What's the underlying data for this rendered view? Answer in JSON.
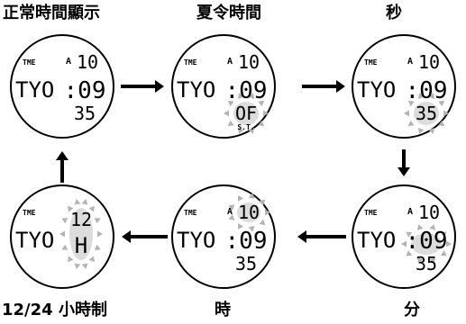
{
  "captions": {
    "normal_time_display": "正常時間顯示",
    "dst": "夏令時間",
    "seconds": "秒",
    "format_12_24": "12/24 小時制",
    "hour": "時",
    "minute": "分"
  },
  "watch_faces": [
    {
      "mode": "TME",
      "alarm_flag": "A",
      "city": "TYO",
      "top_digits": "10",
      "mid_digits": ":09",
      "bottom_digits": "35",
      "bottom_sub": "",
      "highlight": "none"
    },
    {
      "mode": "TME",
      "alarm_flag": "A",
      "city": "TYO",
      "top_digits": "10",
      "mid_digits": ":09",
      "bottom_digits": "OF",
      "bottom_sub": "S.T.",
      "highlight": "bottom"
    },
    {
      "mode": "TME",
      "alarm_flag": "A",
      "city": "TYO",
      "top_digits": "10",
      "mid_digits": ":09",
      "bottom_digits": "35",
      "bottom_sub": "",
      "highlight": "bottom"
    },
    {
      "mode": "TME",
      "alarm_flag": "A",
      "city": "TYO",
      "top_digits": "10",
      "mid_digits": ":09",
      "bottom_digits": "35",
      "bottom_sub": "",
      "highlight": "mid"
    },
    {
      "mode": "TME",
      "alarm_flag": "A",
      "city": "TYO",
      "top_digits": "10",
      "mid_digits": ":09",
      "bottom_digits": "35",
      "bottom_sub": "",
      "highlight": "top"
    },
    {
      "mode": "TME",
      "alarm_flag": "",
      "city": "TYO",
      "top_digits": "12",
      "mid_digits": "H",
      "bottom_digits": "",
      "bottom_sub": "",
      "highlight": "format"
    }
  ],
  "colors": {
    "line": "#000000",
    "highlight": "#b4b4b4",
    "glow": "#dcdcdc"
  }
}
